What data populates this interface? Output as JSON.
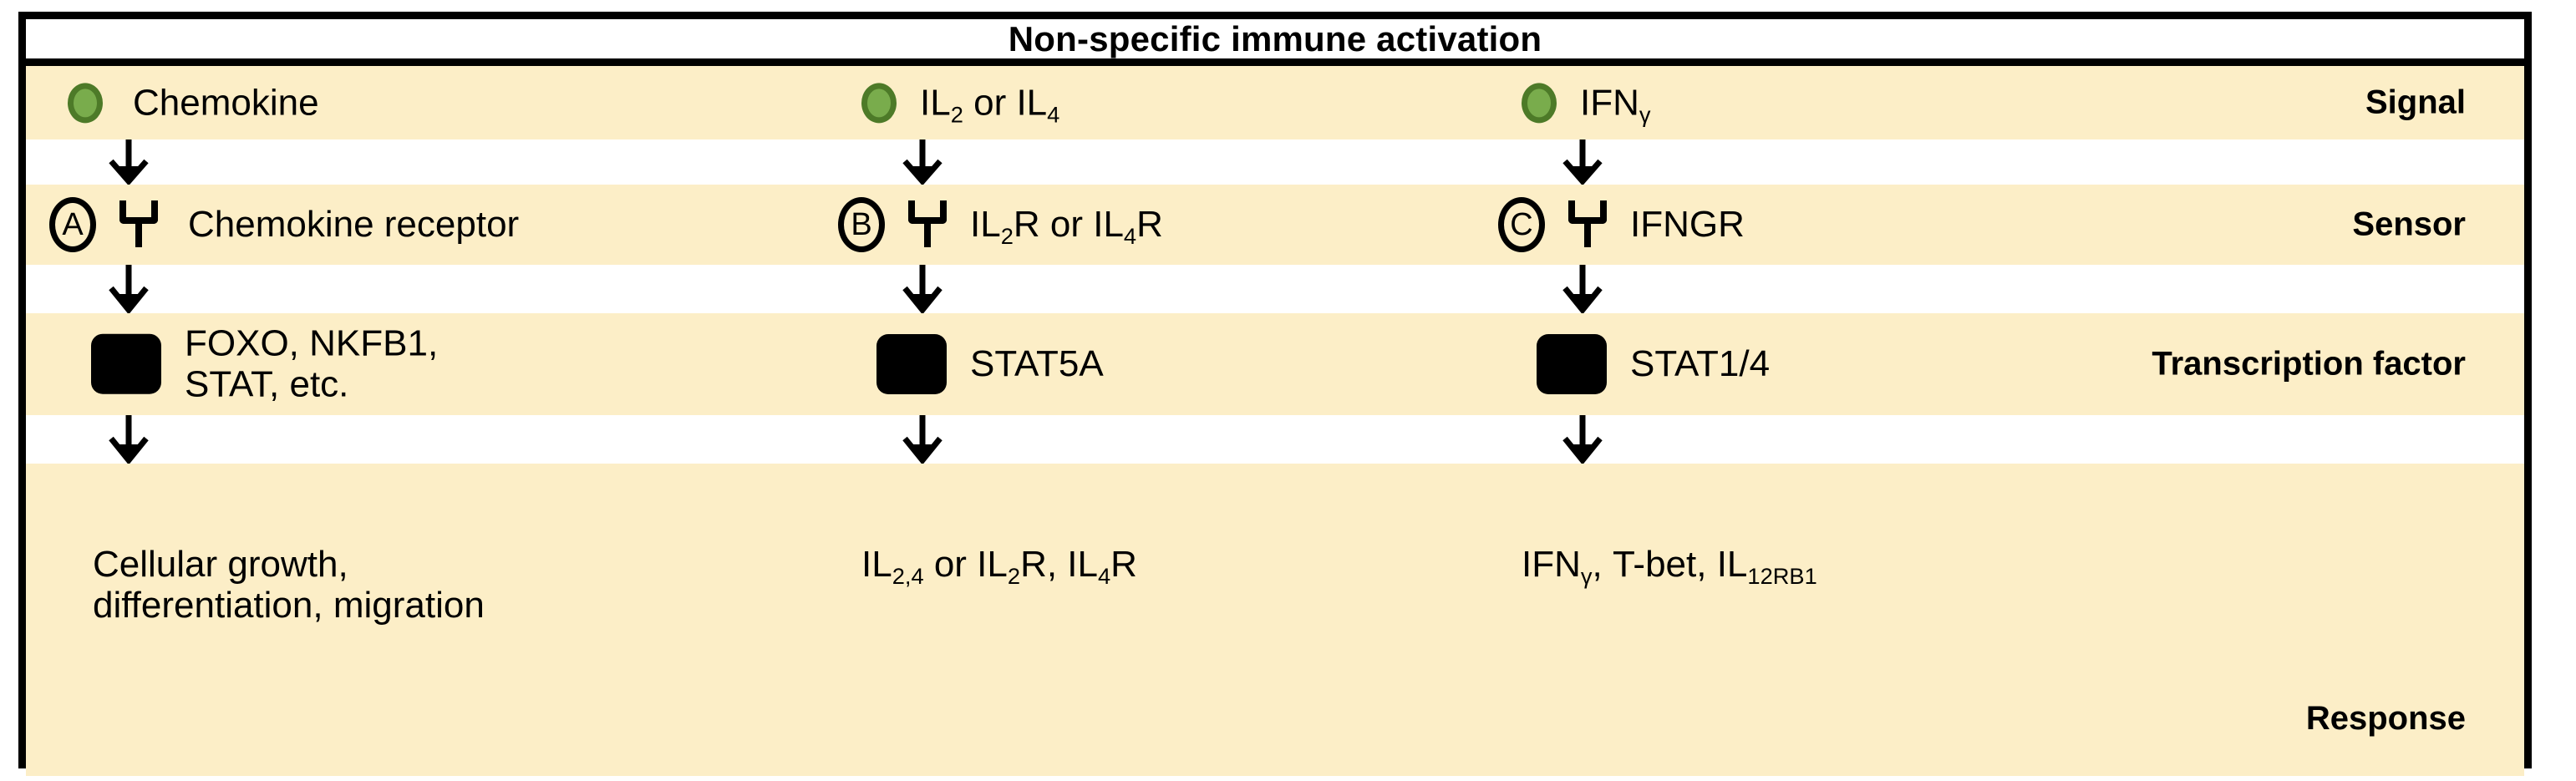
{
  "title": "Non-specific immune activation",
  "row_labels": {
    "signal": "Signal",
    "sensor": "Sensor",
    "transcription_factor": "Transcription factor",
    "response": "Response"
  },
  "colors": {
    "band_fill": "#fceec7",
    "gap_fill": "#ffffff",
    "frame": "#000000",
    "ligand_fill": "#79ac4c",
    "ligand_stroke": "#4d7a28",
    "tf_block": "#000000"
  },
  "pathways": [
    {
      "tag": "A",
      "signal": {
        "label_main": "Chemokine",
        "icon": "ligand-dot"
      },
      "sensor": {
        "label_main": "Chemokine receptor",
        "icon": "receptor-icon"
      },
      "transcription_factor": {
        "line1": "FOXO, NKFB1,",
        "line2": "STAT, etc.",
        "icon": "tf-block"
      },
      "response": {
        "line1": "Cellular growth,",
        "line2": "differentiation, migration"
      }
    },
    {
      "tag": "B",
      "signal": {
        "pre": "IL",
        "sub1": "2",
        "mid": " or IL",
        "sub2": "4",
        "post": ""
      },
      "sensor": {
        "pre": "IL",
        "sub1": "2",
        "mid": "R or IL",
        "sub2": "4",
        "post": "R"
      },
      "transcription_factor": {
        "label_main": "STAT5A"
      },
      "response": {
        "pre": "IL",
        "sub1": "2,4",
        "mid": " or IL",
        "sub2": "2",
        "post": "R, IL",
        "sub3": "4",
        "tail": "R"
      }
    },
    {
      "tag": "C",
      "signal": {
        "pre": "IFN",
        "sub1": "γ"
      },
      "sensor": {
        "label_main": "IFNGR"
      },
      "transcription_factor": {
        "label_main": "STAT1/4"
      },
      "response": {
        "pre": "IFN",
        "sub1": "γ",
        "mid": ", T-bet, IL",
        "sub2": "12RB1"
      }
    }
  ],
  "arrows": {
    "count": 9,
    "direction": "down",
    "name": "down-arrow"
  }
}
